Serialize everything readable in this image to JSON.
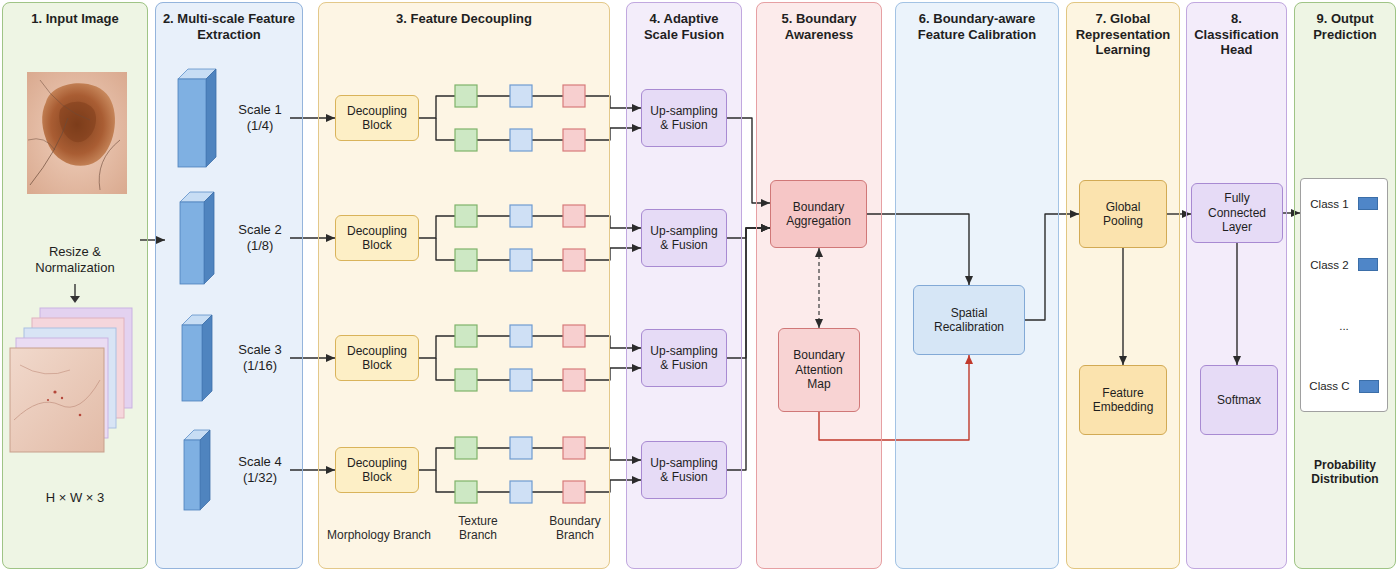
{
  "diagram": {
    "nodes": [
      {
        "text": [
          "1. Input Image",
          "Resize & Normalization",
          "H × W × 3"
        ]
      },
      {
        "text": [
          "2. Multi-scale Feature Extraction"
        ]
      },
      {
        "text": [
          "Scale 1 (1/4)"
        ],
        "in": 1
      },
      {
        "text": [
          "Scale 2 (1/8)"
        ],
        "in": 1
      },
      {
        "text": [
          "Scale 3 (1/16)"
        ],
        "in": 1
      },
      {
        "text": [
          "Scale 4 (1/32)"
        ],
        "in": 1
      },
      {
        "text": [
          "3. Feature Decoupling"
        ]
      },
      {
        "text": [
          "Decoupling Block"
        ],
        "in": 6
      },
      {
        "text": [
          "Decoupling Block"
        ],
        "in": 6
      },
      {
        "text": [
          "Decoupling Block"
        ],
        "in": 6
      },
      {
        "text": [
          "Decoupling Block"
        ],
        "in": 6
      },
      {
        "text": [
          "4. Adaptive Scale Fusion"
        ]
      },
      {
        "text": [
          "Up-sampling & Fusion"
        ],
        "in": 11
      },
      {
        "text": [
          "Up-sampling & Fusion"
        ],
        "in": 11
      },
      {
        "text": [
          "Up-sampling & Fusion"
        ],
        "in": 11
      },
      {
        "text": [
          "Up-sampling & Fusion"
        ],
        "in": 11
      },
      {
        "text": [
          "5. Boundary Awareness"
        ]
      },
      {
        "text": [
          "Boundary Aggregation"
        ],
        "in": 16
      },
      {
        "text": [
          "Boundary Attention Map"
        ],
        "in": 16
      },
      {
        "text": [
          "6. Boundary-aware Feature Calibration"
        ]
      },
      {
        "text": [
          "Spatial Recalibration"
        ],
        "in": 19
      },
      {
        "text": [
          "7. Global Representation Learning"
        ]
      },
      {
        "text": [
          "Global Pooling"
        ],
        "in": 21
      },
      {
        "text": [
          "Feature Embedding"
        ],
        "in": 21
      },
      {
        "text": [
          "8. Classification Head"
        ]
      },
      {
        "text": [
          "Fully Connected Layer"
        ],
        "in": 24
      },
      {
        "text": [
          "Softmax"
        ],
        "in": 24
      },
      {
        "text": [
          "9. Output Prediction",
          "Probability Distribution"
        ]
      },
      {
        "text": [
          "Class 1",
          "Class 2",
          "...",
          "Class C"
        ],
        "in": 27
      }
    ],
    "edges": [
      {
        "from": 0,
        "to": 1,
        "arrow": "to"
      },
      {
        "from": 2,
        "to": 7,
        "arrow": "to"
      },
      {
        "from": 3,
        "to": 8,
        "arrow": "to"
      },
      {
        "from": 4,
        "to": 9,
        "arrow": "to"
      },
      {
        "from": 5,
        "to": 10,
        "arrow": "to"
      },
      {
        "from": 7,
        "to": 12,
        "arrow": "to"
      },
      {
        "from": 8,
        "to": 13,
        "arrow": "to"
      },
      {
        "from": 9,
        "to": 14,
        "arrow": "to"
      },
      {
        "from": 10,
        "to": 15,
        "arrow": "to"
      },
      {
        "from": 12,
        "to": 17,
        "arrow": "to"
      },
      {
        "from": 13,
        "to": 17,
        "arrow": "to"
      },
      {
        "from": 14,
        "to": 17,
        "arrow": "to"
      },
      {
        "from": 15,
        "to": 17,
        "arrow": "to"
      },
      {
        "from": 17,
        "to": 18,
        "arrow": "both"
      },
      {
        "from": 17,
        "to": 20,
        "arrow": "to"
      },
      {
        "from": 18,
        "to": 20,
        "arrow": "to"
      },
      {
        "from": 20,
        "to": 22,
        "arrow": "to"
      },
      {
        "from": 22,
        "to": 23,
        "arrow": "to"
      },
      {
        "from": 22,
        "to": 25,
        "arrow": "to"
      },
      {
        "from": 25,
        "to": 26,
        "arrow": "to"
      },
      {
        "from": 25,
        "to": 28,
        "arrow": "to"
      }
    ],
    "labels": [
      "Morphology Branch",
      "Texture Branch",
      "Boundary Branch"
    ]
  }
}
